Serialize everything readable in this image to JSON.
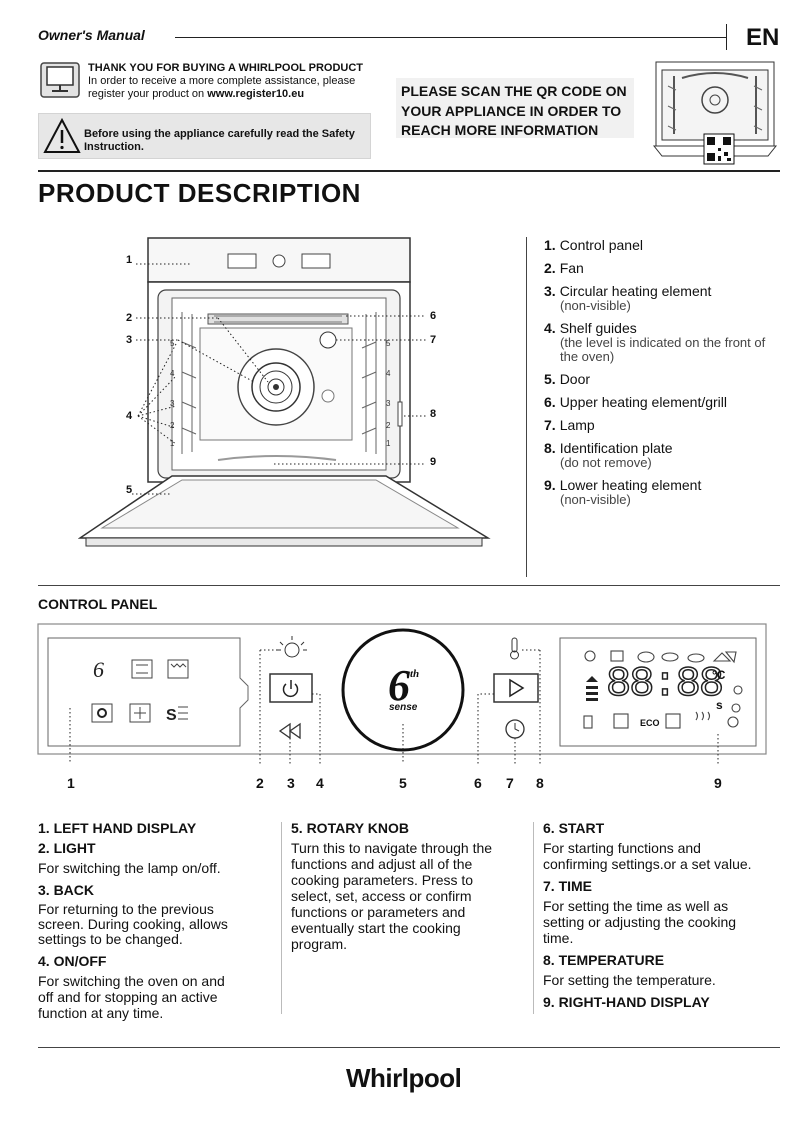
{
  "header": {
    "owners_manual": "Owner's Manual",
    "language": "EN"
  },
  "registration": {
    "title": "THANK YOU FOR BUYING A  WHIRLPOOL PRODUCT",
    "line1": "In order to receive a more complete assistance, please",
    "line2_prefix": "register your product on ",
    "url": "www.register10.eu"
  },
  "safety": {
    "text": "Before using the appliance carefully read the Safety Instruction."
  },
  "qr": {
    "text": "PLEASE SCAN THE QR CODE ON YOUR APPLIANCE IN ORDER TO REACH MORE INFORMATION"
  },
  "product_title": "PRODUCT DESCRIPTION",
  "legend": [
    {
      "num": "1.",
      "label": "Control panel",
      "sub": ""
    },
    {
      "num": "2.",
      "label": "Fan",
      "sub": ""
    },
    {
      "num": "3.",
      "label": "Circular heating element",
      "sub": "(non-visible)"
    },
    {
      "num": "4.",
      "label": "Shelf guides",
      "sub": "(the level is indicated on the front of the oven)"
    },
    {
      "num": "5.",
      "label": "Door",
      "sub": ""
    },
    {
      "num": "6.",
      "label": "Upper heating element/grill",
      "sub": ""
    },
    {
      "num": "7.",
      "label": "Lamp",
      "sub": ""
    },
    {
      "num": "8.",
      "label": "Identification plate",
      "sub": "(do not remove)"
    },
    {
      "num": "9.",
      "label": "Lower heating element",
      "sub": "(non-visible)"
    }
  ],
  "oven_callouts": [
    "1",
    "2",
    "3",
    "4",
    "5",
    "6",
    "7",
    "8",
    "9"
  ],
  "shelf_levels": [
    "5",
    "4",
    "3",
    "2",
    "1"
  ],
  "control_panel_title": "CONTROL PANEL",
  "panel": {
    "knob_text": "6",
    "knob_sup": "th",
    "knob_sense": "sense",
    "display_digits": "88:88",
    "unit_c": "°C",
    "unit_s": "s",
    "eco": "ECO",
    "numbers": [
      "1",
      "2",
      "3",
      "4",
      "5",
      "6",
      "7",
      "8",
      "9"
    ]
  },
  "descriptions": {
    "col1": [
      {
        "title": "1. LEFT HAND DISPLAY",
        "text": ""
      },
      {
        "title": "2. LIGHT",
        "text": "For switching the lamp on/off."
      },
      {
        "title": "3. BACK",
        "text": "For returning to the previous screen. During cooking, allows settings to be changed."
      },
      {
        "title": "4. ON/OFF",
        "text": "For switching the oven on and off and for stopping an active function at any time."
      }
    ],
    "col2": [
      {
        "title": "5. ROTARY KNOB",
        "text": "Turn this to navigate through the functions and adjust all of the cooking parameters. Press to select, set, access or confirm functions or parameters and eventually start the cooking program."
      }
    ],
    "col3": [
      {
        "title": "6. START",
        "text": "For starting functions and confirming settings.or a set value."
      },
      {
        "title": "7. TIME",
        "text": "For setting the time as well as setting or adjusting the cooking time."
      },
      {
        "title": "8. TEMPERATURE",
        "text": "For setting the temperature."
      },
      {
        "title": "9. RIGHT-HAND DISPLAY",
        "text": ""
      }
    ]
  },
  "brand": "Whirlpool"
}
